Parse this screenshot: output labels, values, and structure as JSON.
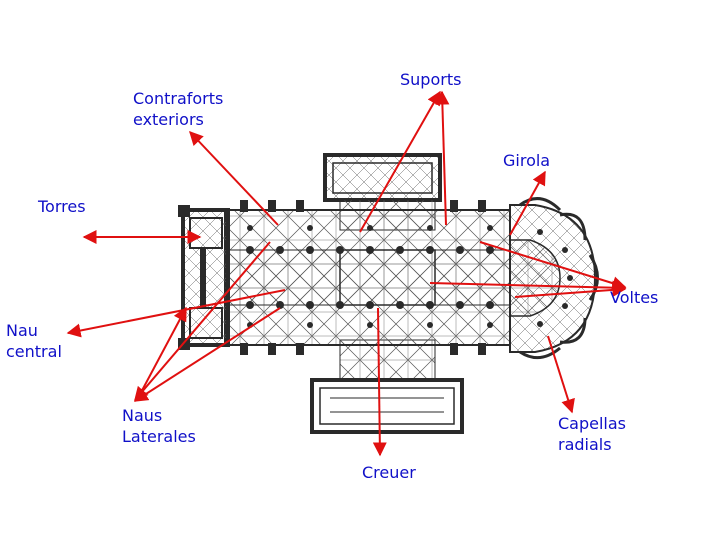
{
  "labels": {
    "contraforts": [
      "Contraforts",
      "exteriors"
    ],
    "suports": "Suports",
    "girola": "Girola",
    "torres": "Torres",
    "voltes": "Voltes",
    "nau_central": [
      "Nau",
      "central"
    ],
    "naus_laterales": [
      "Naus",
      "Laterales"
    ],
    "capellas": [
      "Capellas",
      "radials"
    ],
    "creuer": "Creuer"
  },
  "colors": {
    "label": "#1010c8",
    "arrow": "#e01010",
    "plan": "#2a2a2a"
  }
}
